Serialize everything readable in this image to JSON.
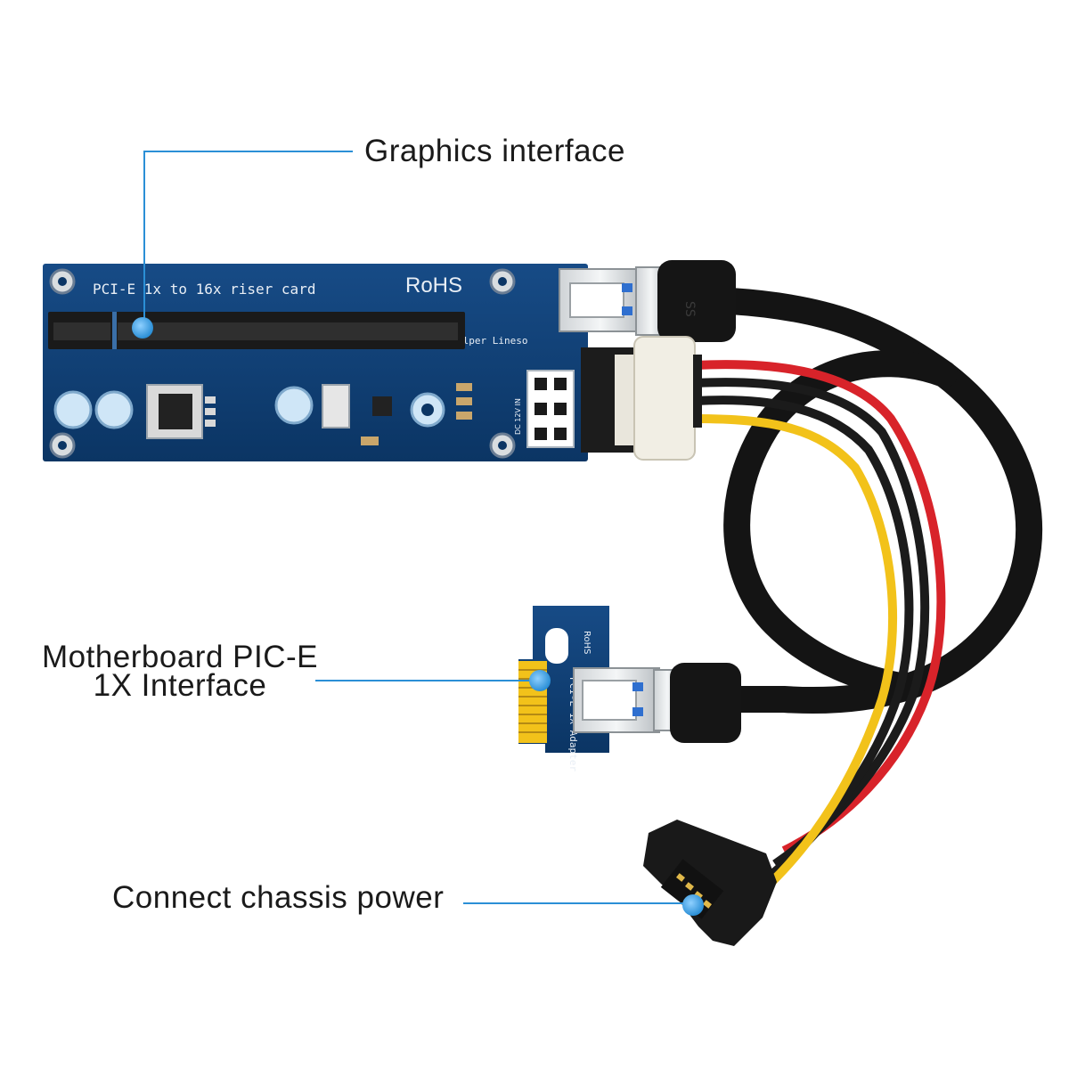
{
  "callouts": {
    "graphics_interface": "Graphics interface",
    "motherboard_line1": "Motherboard PIC-E",
    "motherboard_line2": "1X Interface",
    "chassis_power": "Connect chassis power"
  },
  "board_markings": {
    "riser_title": "PCI-E 1x to 16x riser card",
    "rohs": "RoHS",
    "maker": "elper Lineso",
    "adapter_text": "PCI-E 1X Adapter",
    "adapter_rohs": "RoHS",
    "dc_label": "DC 12V IN",
    "usb_logo": "SS"
  },
  "colors": {
    "callout_line": "#2b8fd6",
    "callout_dot": "#3aa0ea",
    "pcb": "#0e3d73",
    "cable": "#141414",
    "wire_red": "#d8232a",
    "wire_yellow": "#f2c21a"
  }
}
